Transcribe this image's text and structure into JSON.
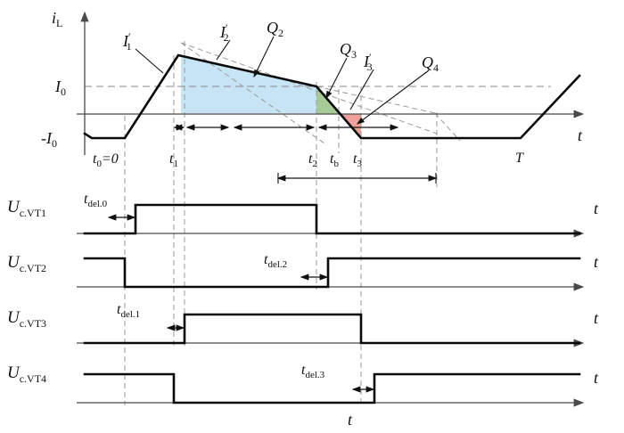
{
  "colors": {
    "q2_fill": "#c7e4f5",
    "q3_fill": "#a6cb96",
    "q4_fill": "#f0a19b"
  },
  "top": {
    "axis_y": {
      "base": "i",
      "sub": "L"
    },
    "axis_t": "t",
    "i0": {
      "base": "I",
      "sub": "0"
    },
    "neg_i0": {
      "base": "-I",
      "sub": "0"
    },
    "t0": {
      "base": "t",
      "sub": "0",
      "eq": "=0"
    },
    "t1": {
      "base": "t",
      "sub": "1"
    },
    "t2": {
      "base": "t",
      "sub": "2"
    },
    "tb": {
      "base": "t",
      "sub": "b"
    },
    "t3": {
      "base": "t",
      "sub": "3"
    },
    "T": "T",
    "I1": {
      "base": "I",
      "sup": "′",
      "sub": "1"
    },
    "I2": {
      "base": "I",
      "sup": "′",
      "sub": "2"
    },
    "I3": {
      "base": "I",
      "sup": "′",
      "sub": "3"
    },
    "Q2": {
      "base": "Q",
      "sub": "2"
    },
    "Q3": {
      "base": "Q",
      "sub": "3"
    },
    "Q4": {
      "base": "Q",
      "sub": "4"
    }
  },
  "rows": [
    {
      "label": {
        "base": "U",
        "sub": "c.VT1"
      },
      "delay": {
        "base": "t",
        "sub": "del.0"
      },
      "t_label": "t"
    },
    {
      "label": {
        "base": "U",
        "sub": "c.VT2"
      },
      "delay": {
        "base": "t",
        "sub": "del.2"
      },
      "t_label": "t"
    },
    {
      "label": {
        "base": "U",
        "sub": "c.VT3"
      },
      "delay": {
        "base": "t",
        "sub": "del.1"
      },
      "t_label": "t"
    },
    {
      "label": {
        "base": "U",
        "sub": "c.VT4"
      },
      "delay": {
        "base": "t",
        "sub": "del.3"
      },
      "t_label": "t"
    }
  ],
  "bottom_t": "t"
}
